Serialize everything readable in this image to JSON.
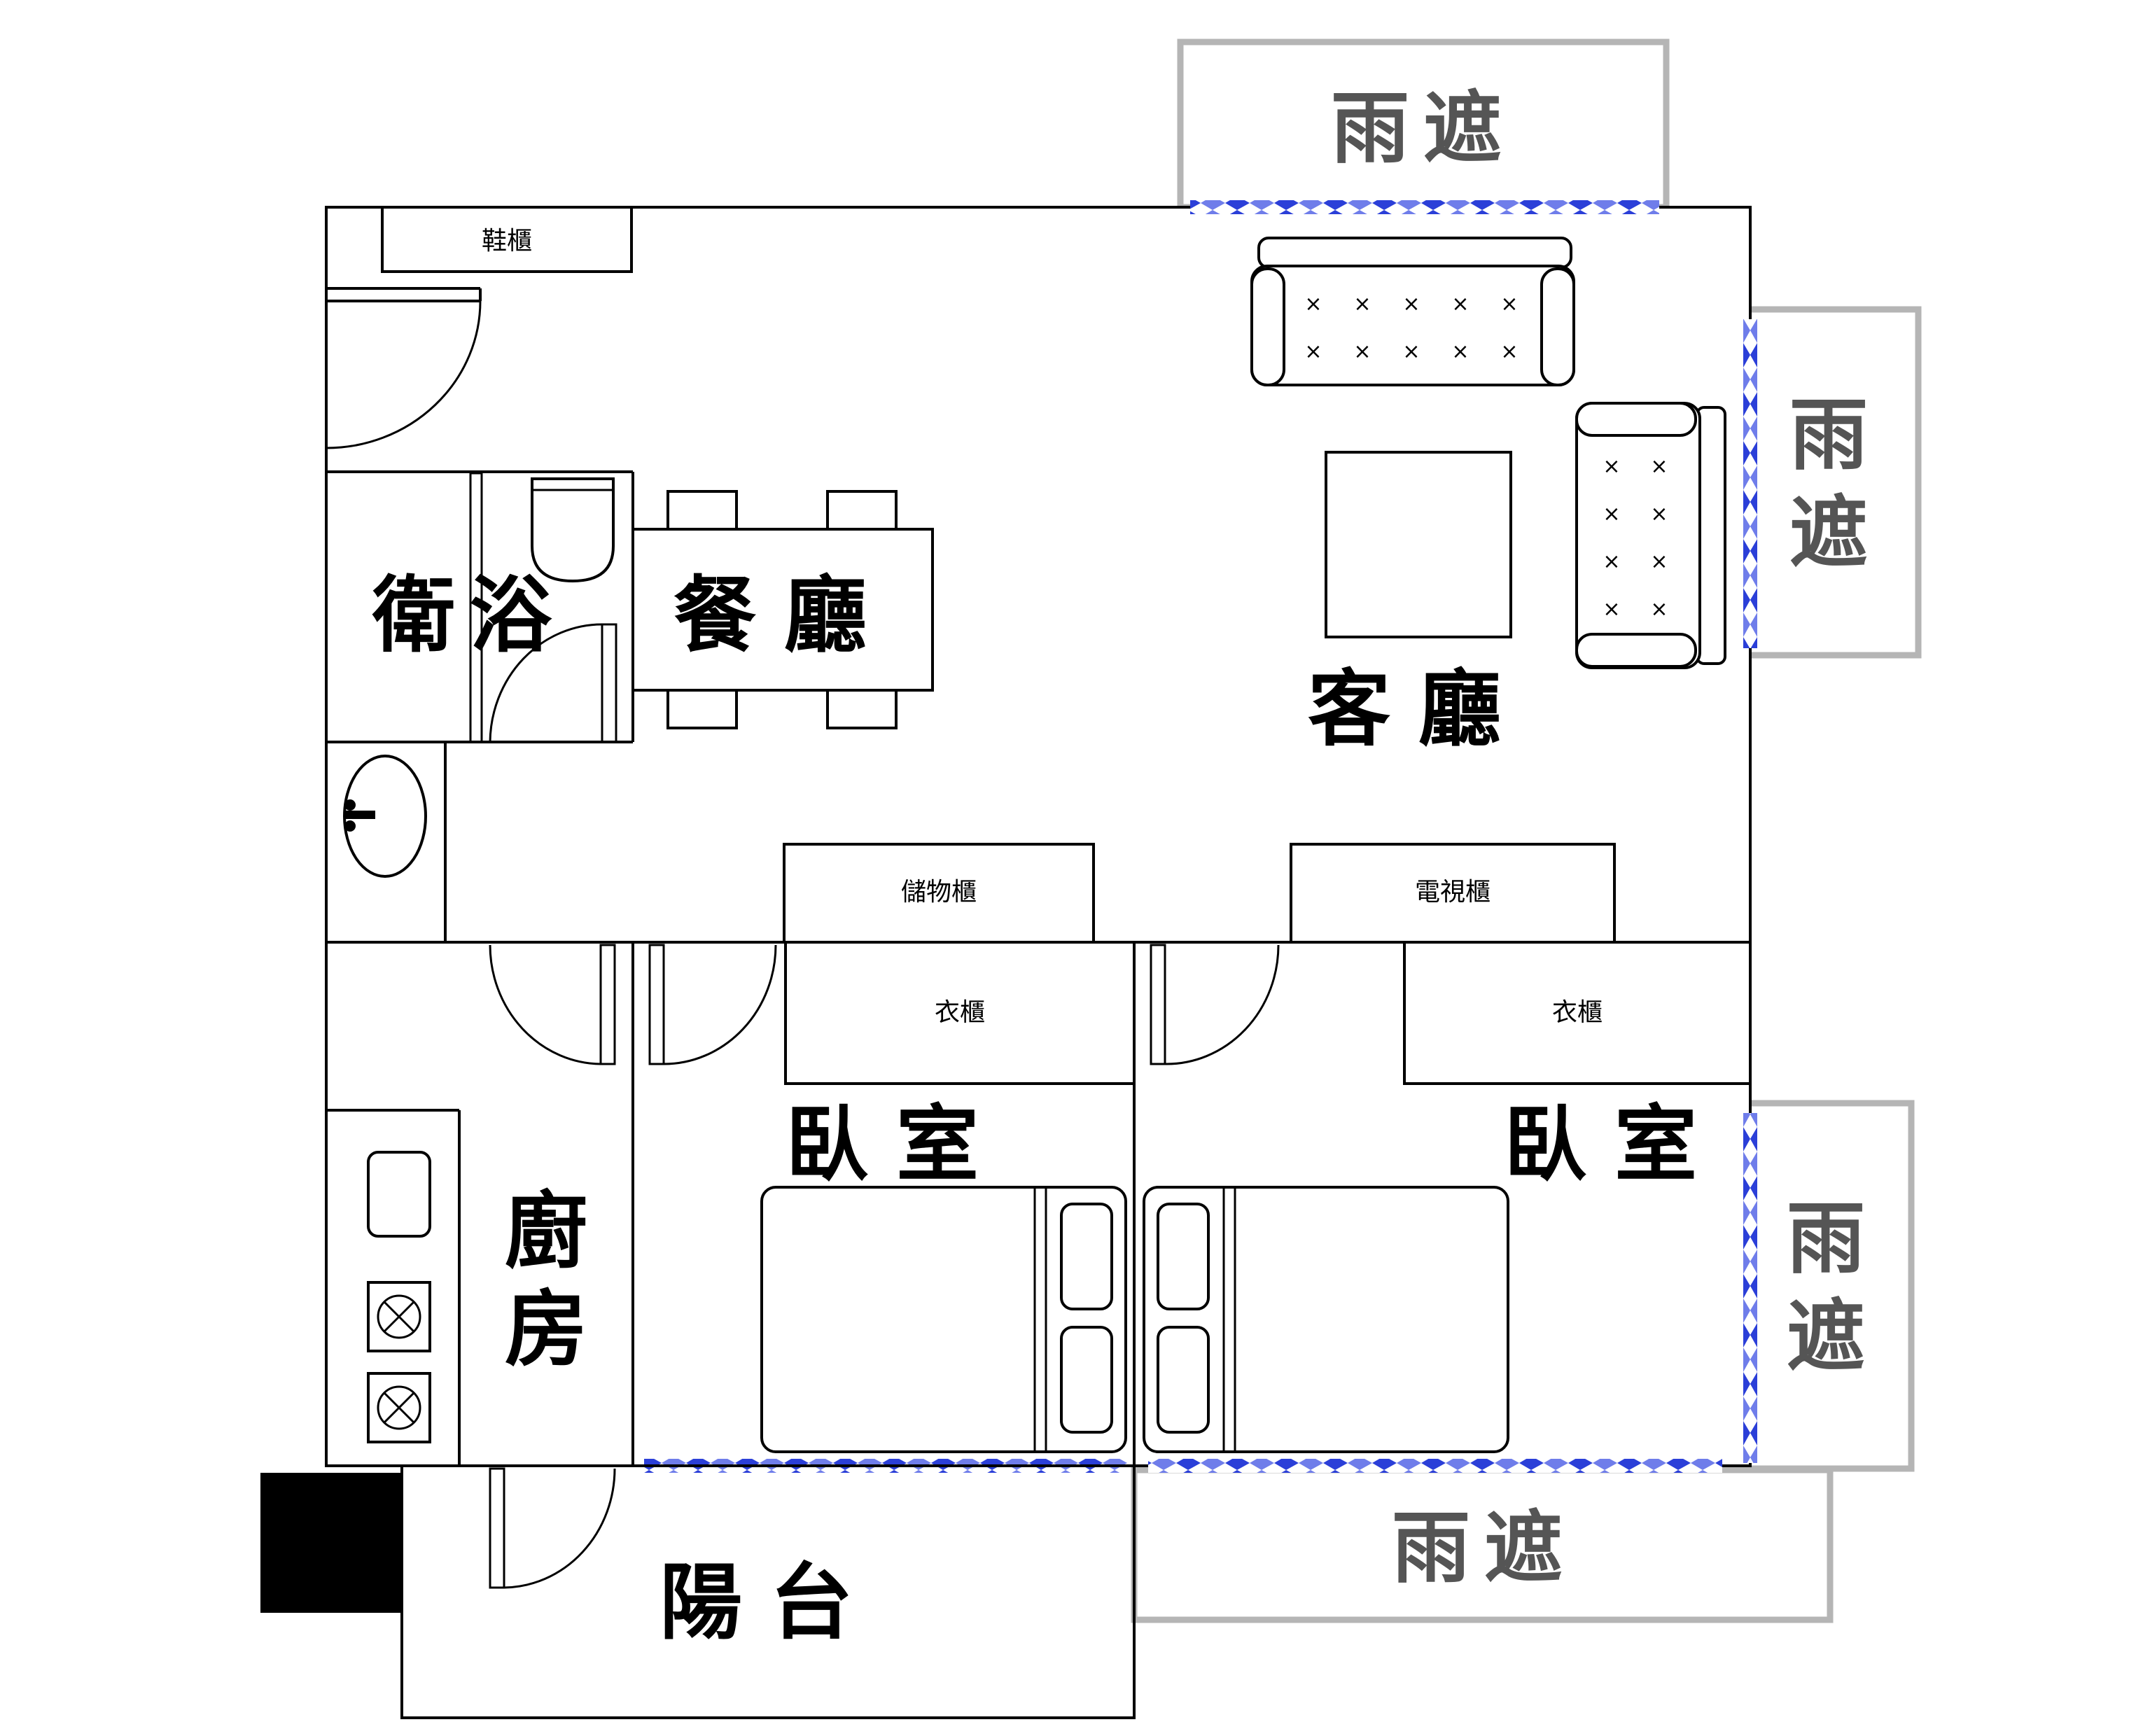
{
  "rooms": {
    "bathroom": "衛浴",
    "dining": "餐廳",
    "living": "客廳",
    "kitchen": "廚房",
    "bedroom_1": "臥室",
    "bedroom_2": "臥室",
    "balcony": "陽台"
  },
  "awnings": {
    "top": "雨遮",
    "right_upper": "雨遮",
    "right_lower": "雨遮",
    "bottom": "雨遮"
  },
  "furniture": {
    "shoe_cabinet": "鞋櫃",
    "storage_cabinet": "儲物櫃",
    "tv_cabinet": "電視櫃",
    "wardrobe_1": "衣櫃",
    "wardrobe_2": "衣櫃"
  },
  "colors": {
    "wall": "#000000",
    "awning": "#b5b5b5",
    "window": "#2b3fd8",
    "grey_text": "#555555"
  }
}
